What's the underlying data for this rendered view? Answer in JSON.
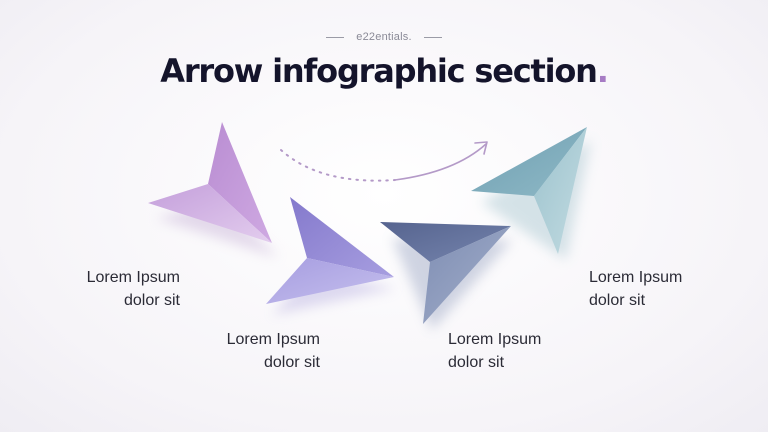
{
  "slide": {
    "brand": "e22entials.",
    "title": "Arrow infographic section",
    "title_dot": ".",
    "accent_color": "#a67bc4"
  },
  "items": [
    {
      "line1": "Lorem Ipsum",
      "line2": "dolor sit",
      "color": "#c39bd9",
      "icon": "paper-plane-arrow-icon"
    },
    {
      "line1": "Lorem Ipsum",
      "line2": "dolor sit",
      "color": "#9a8fd6",
      "icon": "paper-plane-arrow-icon"
    },
    {
      "line1": "Lorem Ipsum",
      "line2": "dolor sit",
      "color": "#6f7ea6",
      "icon": "paper-plane-arrow-icon"
    },
    {
      "line1": "Lorem Ipsum",
      "line2": "dolor sit",
      "color": "#8db5c1",
      "icon": "paper-plane-arrow-icon"
    }
  ]
}
